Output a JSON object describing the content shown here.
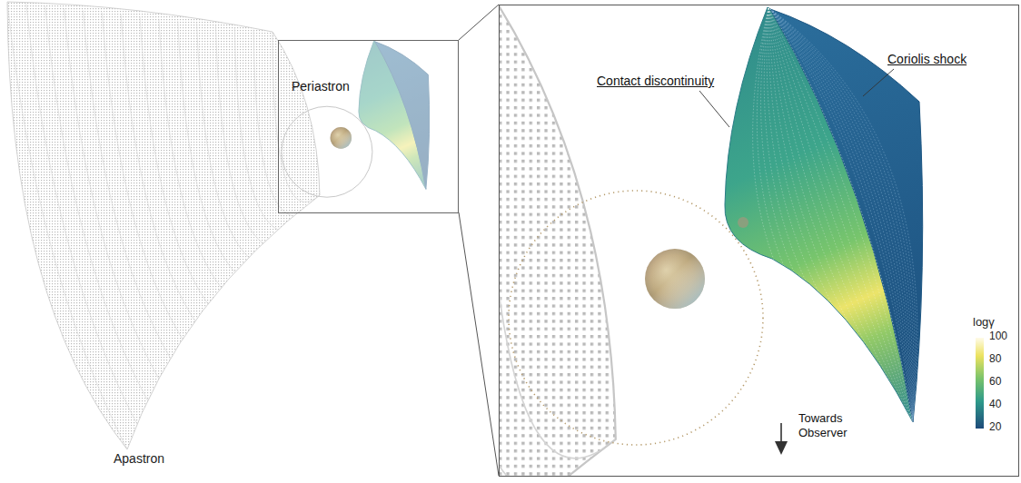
{
  "diagram": {
    "nodes": [
      {
        "text": [
          "Periastron"
        ]
      },
      {
        "text": [
          "Contact discontinuity",
          "Coriolis shock",
          "Towards Observer"
        ]
      }
    ],
    "edges": [
      {
        "from": 0,
        "to": 1,
        "arrow": "none"
      }
    ],
    "labels": [
      "Apastron",
      "logγ",
      "100",
      "80",
      "60",
      "40",
      "20"
    ]
  }
}
